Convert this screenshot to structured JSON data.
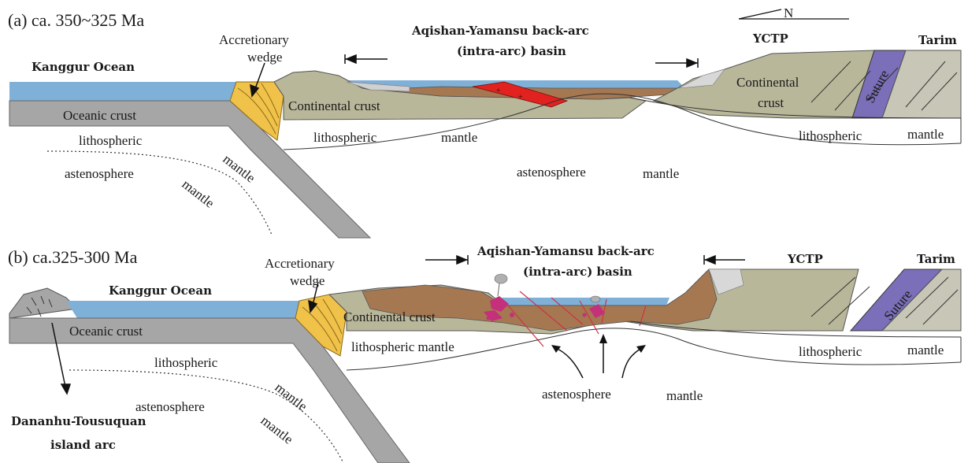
{
  "panel_a": {
    "title": "(a) ca. 350~325 Ma",
    "ocean": "Kanggur Ocean",
    "wedge_line1": "Accretionary",
    "wedge_line2": "wedge",
    "basin_line1": "Aqishan-Yamansu back-arc",
    "basin_line2": "(intra-arc) basin",
    "ycpt": "YCTP",
    "tarim": "Tarim",
    "north": "N",
    "oceanic_crust": "Oceanic crust",
    "continental_crust": "Continental crust",
    "continental_right_1": "Continental",
    "continental_right_2": "crust",
    "suture": "Suture",
    "lith_left": "lithospheric",
    "asth_left": "astenosphere",
    "mantle_slab_1": "mantle",
    "mantle_slab_2": "mantle",
    "lith_mid": "lithospheric",
    "mantle_mid": "mantle",
    "asth_mid": "astenosphere",
    "mantle_mid2": "mantle",
    "lith_right": "lithospheric",
    "mantle_right": "mantle"
  },
  "panel_b": {
    "title": "(b) ca.325-300 Ma",
    "ocean": "Kanggur Ocean",
    "wedge_line1": "Accretionary",
    "wedge_line2": "wedge",
    "basin_line1": "Aqishan-Yamansu back-arc",
    "basin_line2": "(intra-arc) basin",
    "ycpt": "YCTP",
    "tarim": "Tarim",
    "oceanic_crust": "Oceanic crust",
    "continental_crust": "Continental crust",
    "suture": "Suture",
    "lith_left": "lithospheric",
    "asth_left": "astenosphere",
    "mantle_slab_1": "mantle",
    "mantle_slab_2": "mantle",
    "lith_mid": "lithospheric mantle",
    "asth_mid": "astenosphere",
    "mantle_mid": "mantle",
    "lith_right": "lithospheric",
    "mantle_right": "mantle",
    "island_arc_1": "Dananhu-Tousuquan",
    "island_arc_2": "island arc"
  },
  "colors": {
    "ocean": "#7fb0d8",
    "oceanic_crust": "#a6a6a6",
    "continental_crust": "#b9b79a",
    "wedge": "#f0c24a",
    "sediment": "#a57852",
    "volcanic": "#e2221e",
    "suture": "#7a6fb8",
    "dike": "#cc3344",
    "magma": "#c4307a"
  }
}
